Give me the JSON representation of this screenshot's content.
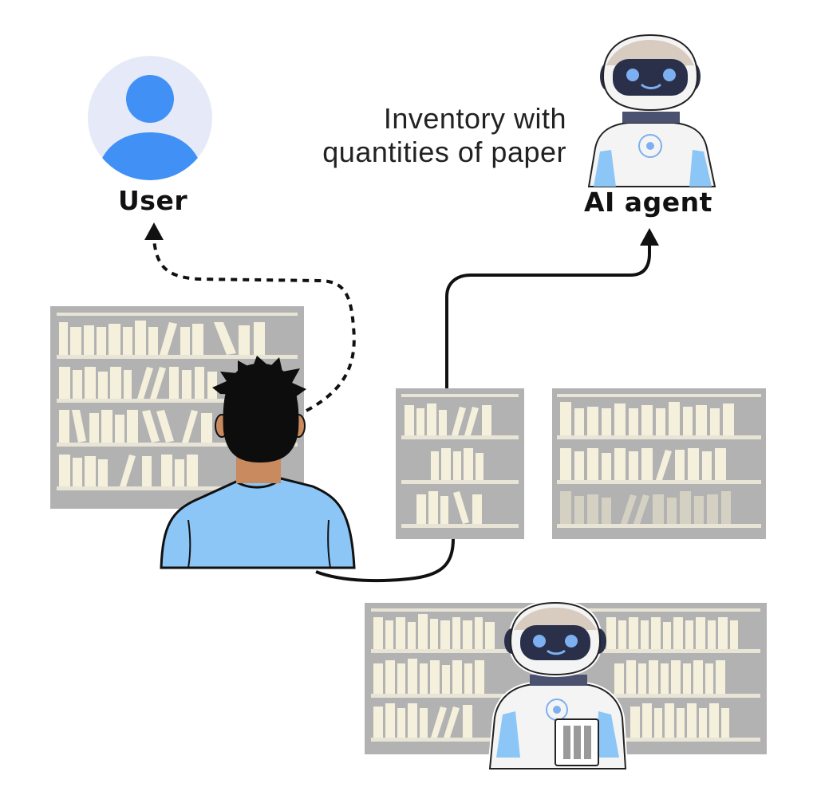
{
  "diagram": {
    "labels": {
      "user": "User",
      "ai_agent": "AI agent"
    },
    "caption": {
      "line1": "Inventory with",
      "line2": "quantities of paper"
    }
  },
  "colors": {
    "shelf_gray": "#b2b2b2",
    "book_cream": "#f5f0dc",
    "avatar_blue": "#4190f5",
    "avatar_bg": "#e6eaf8",
    "shirt_blue": "#8cc6f7",
    "robot_visor": "#2a2f4a",
    "robot_eye": "#7db0f0",
    "robot_body": "#f4f4f4",
    "arrow": "#111111"
  },
  "icons": [
    "user-avatar-icon",
    "robot-icon",
    "person-icon",
    "bookshelf-icon",
    "clipboard-icon"
  ]
}
